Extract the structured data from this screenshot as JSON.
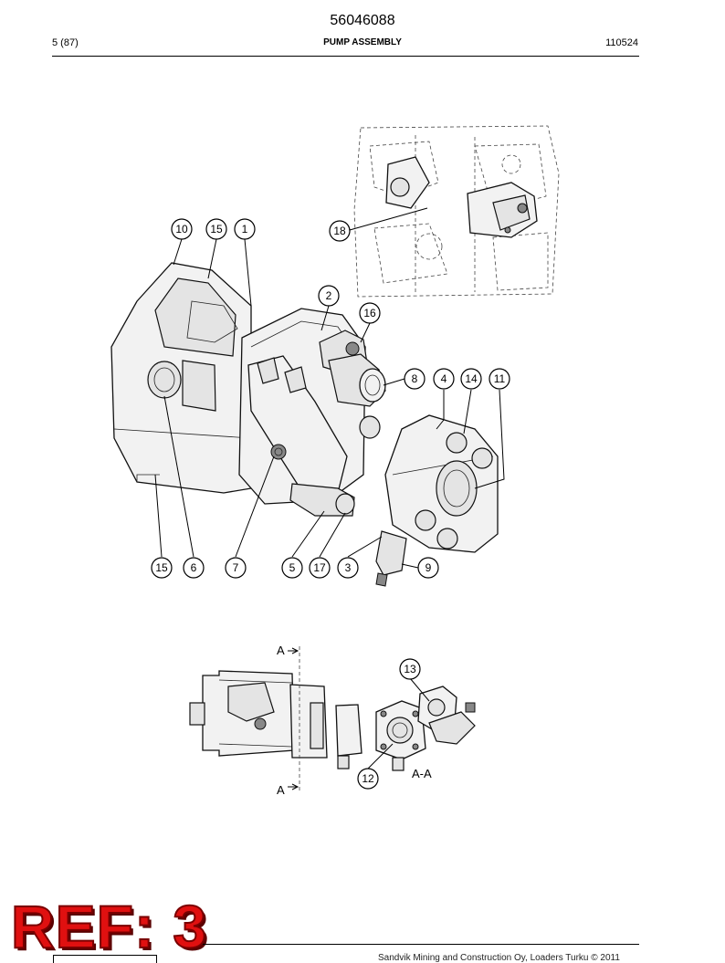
{
  "header": {
    "doc_number": "56046088",
    "page_index": "5 (87)",
    "title": "PUMP ASSEMBLY",
    "date": "110524"
  },
  "main_view": {
    "callouts_top": [
      "10",
      "15",
      "1",
      "18",
      "2",
      "16",
      "8",
      "4",
      "14",
      "11"
    ],
    "callouts_bottom": [
      "15",
      "6",
      "7",
      "5",
      "17",
      "3",
      "9"
    ]
  },
  "section_view": {
    "section_mark_top": "A",
    "section_mark_bottom": "A",
    "section_label": "A-A",
    "callouts": [
      "13",
      "12"
    ]
  },
  "footer": {
    "ref_badge": "REF: 3",
    "copyright": "Sandvik Mining and Construction Oy, Loaders Turku © 2011"
  }
}
